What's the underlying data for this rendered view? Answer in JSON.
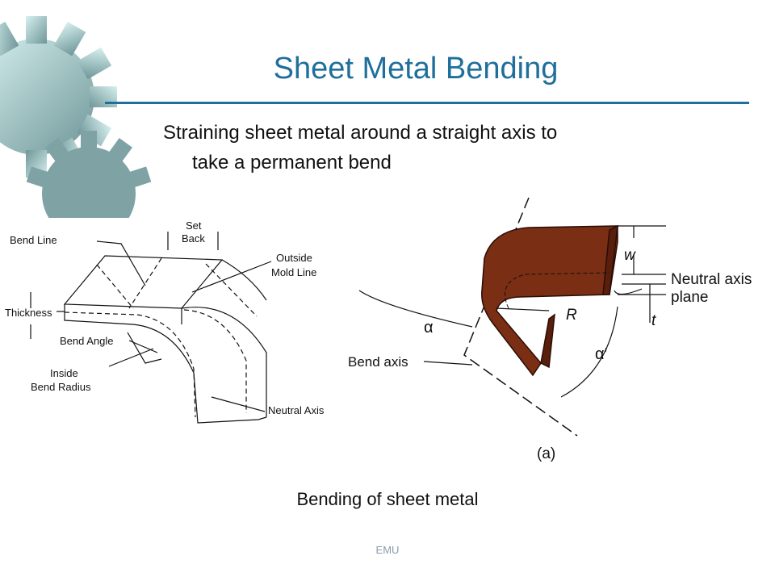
{
  "slide": {
    "title": "Sheet Metal Bending",
    "bullet_line1": "Straining sheet metal around a straight axis to",
    "bullet_line2": "take a permanent bend",
    "caption": "Bending of sheet metal",
    "footer": "EMU"
  },
  "left_figure": {
    "set_back_1": "Set",
    "set_back_2": "Back",
    "bend_line": "Bend Line",
    "outside_mold_1": "Outside",
    "outside_mold_2": "Mold Line",
    "thickness": "Thickness",
    "bend_angle": "Bend Angle",
    "inside_radius_1": "Inside",
    "inside_radius_2": "Bend Radius",
    "neutral_axis": "Neutral Axis"
  },
  "right_figure": {
    "neutral_axis_1": "Neutral axis",
    "neutral_axis_2": "plane",
    "bend_axis": "Bend axis",
    "r": "R",
    "w": "w",
    "t": "t",
    "alpha": "α",
    "alpha_prime": "α′",
    "label_a": "(a)"
  },
  "colors": {
    "title": "#1f6f9c",
    "metal": "#7a2e14",
    "gear": "#8fb0b2"
  }
}
